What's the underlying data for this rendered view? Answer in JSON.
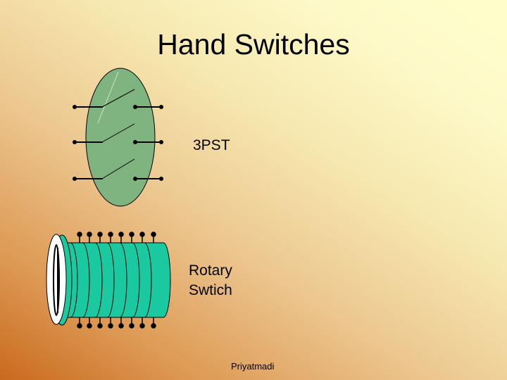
{
  "slide": {
    "title": "Hand Switches",
    "switch_3pst_label": "3PST",
    "rotary_label_line1": "Rotary",
    "rotary_label_line2": "Swtich",
    "footer": "Priyatmadi"
  },
  "colors": {
    "switch_body": "#7fb37f",
    "rotary_body": "#1ac9a0",
    "terminal": "#000000"
  }
}
